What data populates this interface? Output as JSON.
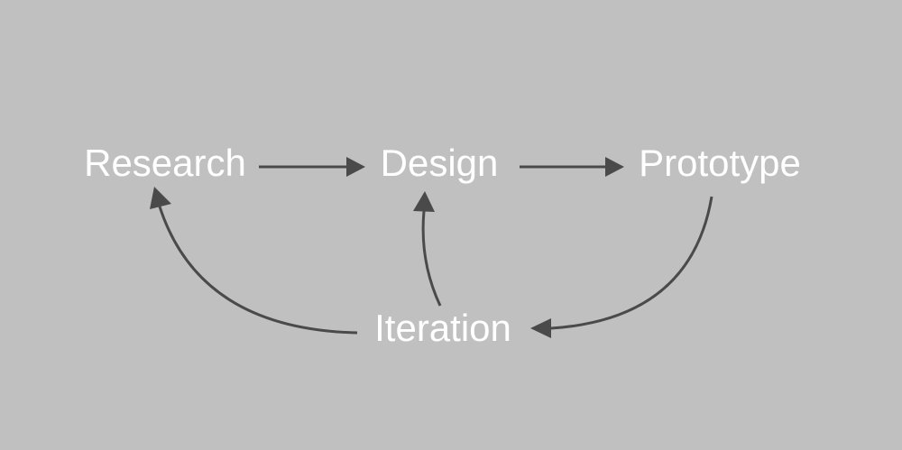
{
  "diagram": {
    "nodes": {
      "research": "Research",
      "design": "Design",
      "prototype": "Prototype",
      "iteration": "Iteration"
    },
    "edges": [
      {
        "from": "research",
        "to": "design"
      },
      {
        "from": "design",
        "to": "prototype"
      },
      {
        "from": "prototype",
        "to": "iteration"
      },
      {
        "from": "iteration",
        "to": "research"
      },
      {
        "from": "iteration",
        "to": "design"
      }
    ]
  },
  "colors": {
    "background": "#c0c0c0",
    "text": "#ffffff",
    "arrow": "#4a4a4a"
  }
}
